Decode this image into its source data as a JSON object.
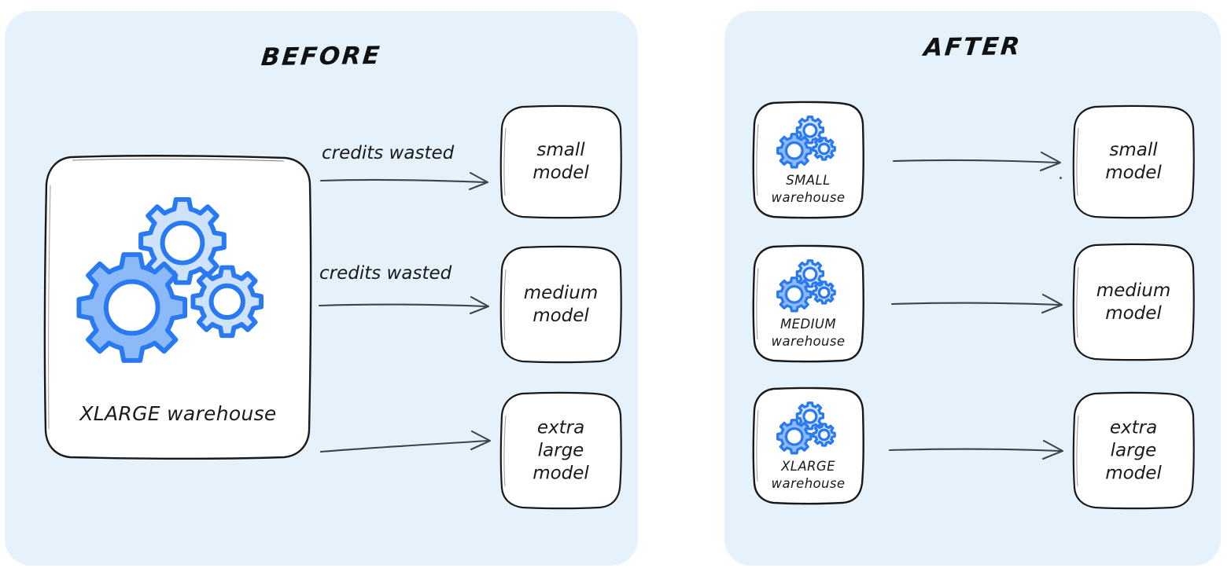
{
  "colors": {
    "panel_bg": "#e5f2fc",
    "page_bg": "#ffffff",
    "gear_stroke": "#2979f2",
    "gear_fill_large": "#8cb9f7",
    "gear_fill_light": "#cfe2fb",
    "box_stroke": "#1a1a1a",
    "box_fill": "#ffffff",
    "text": "#1a1a1a",
    "arrow": "#3c4450"
  },
  "panels": [
    {
      "id": "before",
      "title": "BEFORE",
      "warehouse": {
        "label_line1": "XLARGE warehouse",
        "icon": "gears-icon"
      },
      "arrows": [
        {
          "label": "credits wasted"
        },
        {
          "label": "credits wasted"
        },
        {
          "label": ""
        }
      ],
      "models": [
        {
          "lines": [
            "small",
            "model"
          ]
        },
        {
          "lines": [
            "medium",
            "model"
          ]
        },
        {
          "lines": [
            "extra",
            "large",
            "model"
          ]
        }
      ]
    },
    {
      "id": "after",
      "title": "AFTER",
      "warehouses": [
        {
          "size": "SMALL",
          "suffix": "warehouse",
          "icon": "gears-icon"
        },
        {
          "size": "MEDIUM",
          "suffix": "warehouse",
          "icon": "gears-icon"
        },
        {
          "size": "XLARGE",
          "suffix": "warehouse",
          "icon": "gears-icon"
        }
      ],
      "arrows": [
        {
          "label": ""
        },
        {
          "label": ""
        },
        {
          "label": ""
        }
      ],
      "models": [
        {
          "lines": [
            "small",
            "model"
          ]
        },
        {
          "lines": [
            "medium",
            "model"
          ]
        },
        {
          "lines": [
            "extra",
            "large",
            "model"
          ]
        }
      ]
    }
  ],
  "labels": {
    "title_before": "BEFORE",
    "title_after": "AFTER",
    "credits_wasted": "credits wasted",
    "xlarge_warehouse": "XLARGE warehouse",
    "small": "SMALL",
    "medium": "MEDIUM",
    "xlarge": "XLARGE",
    "warehouse": "warehouse",
    "model_small_l1": "small",
    "model_small_l2": "model",
    "model_medium_l1": "medium",
    "model_medium_l2": "model",
    "model_xl_l1": "extra",
    "model_xl_l2": "large",
    "model_xl_l3": "model"
  }
}
